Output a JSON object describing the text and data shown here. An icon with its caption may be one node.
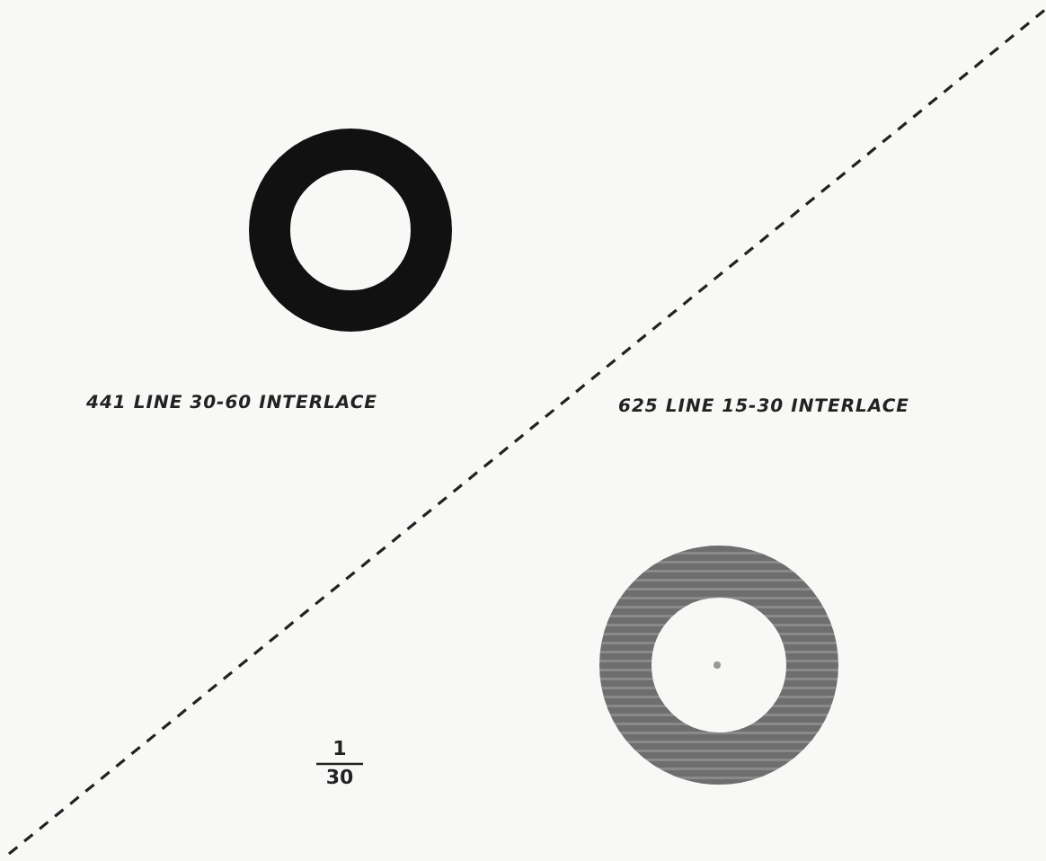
{
  "diagram": {
    "labels": [
      "441 LINE 30-60 INTERLACE",
      "625 LINE 15-30 INTERLACE",
      "1",
      "30"
    ]
  }
}
